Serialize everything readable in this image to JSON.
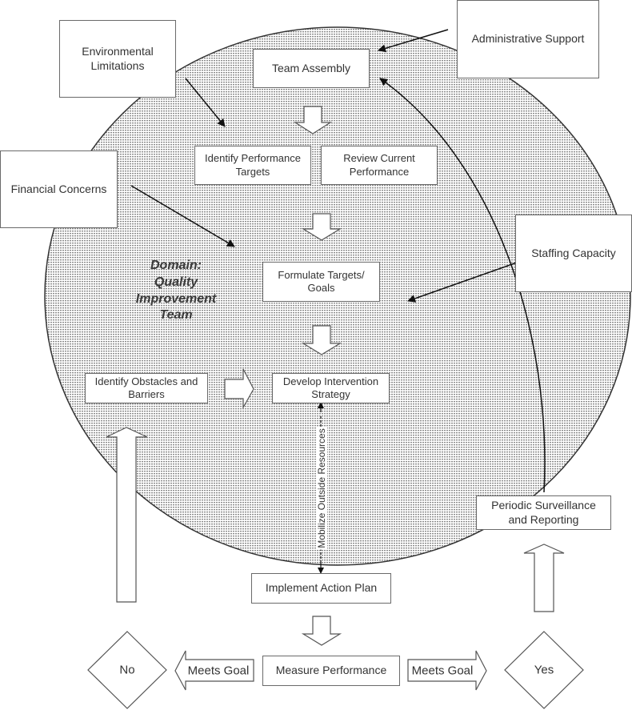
{
  "diagram": {
    "domain_label": "Domain:\nQuality\nImprovement\nTeam",
    "external_factors": {
      "environmental": "Environmental\nLimitations",
      "administrative": "Administrative Support",
      "financial": "Financial Concerns",
      "staffing": "Staffing Capacity"
    },
    "steps": {
      "team_assembly": "Team Assembly",
      "identify_targets": "Identify Performance\nTargets",
      "review_performance": "Review Current\nPerformance",
      "formulate_goals": "Formulate Targets/\nGoals",
      "identify_obstacles": "Identify Obstacles and\nBarriers",
      "develop_strategy": "Develop Intervention\nStrategy",
      "implement_plan": "Implement Action Plan",
      "measure_performance": "Measure Performance",
      "surveillance": "Periodic Surveillance\nand Reporting"
    },
    "connector_labels": {
      "mobilize": "Mobilize Outside Resources",
      "meets_goal_left": "Meets Goal",
      "meets_goal_right": "Meets Goal"
    },
    "decisions": {
      "no": "No",
      "yes": "Yes"
    }
  }
}
